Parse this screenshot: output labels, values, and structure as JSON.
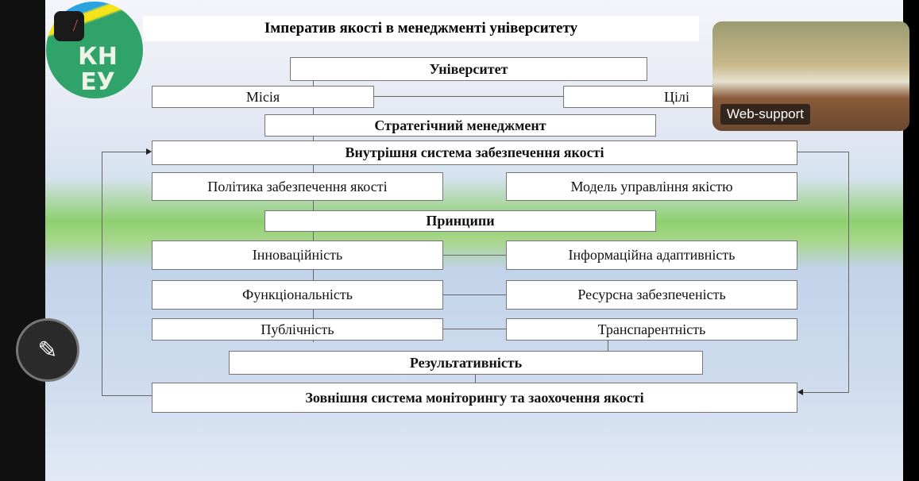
{
  "slide": {
    "title": "Імператив якості в менеджменті університету",
    "university": "Університет",
    "mission": "Місія",
    "goals": "Цілі",
    "strategic": "Стратегічний менеджмент",
    "internal": "Внутрішня система забезпечення якості",
    "policy": "Політика забезпечення якості",
    "model": "Модель управління якістю",
    "principles": "Принципи",
    "innovation": "Інноваційність",
    "info_adapt": "Інформаційна адаптивність",
    "functionality": "Функціональність",
    "resource": "Ресурсна забезпеченість",
    "publicity": "Публічність",
    "transparency": "Транспарентність",
    "effectiveness": "Результативність",
    "external": "Зовнішня система моніторингу та заохочення якості"
  },
  "logo": {
    "text": "КНЕУ"
  },
  "video": {
    "label": "Web-support"
  },
  "icons": {
    "mic": "mic-muted-icon",
    "pen": "pen-icon"
  }
}
